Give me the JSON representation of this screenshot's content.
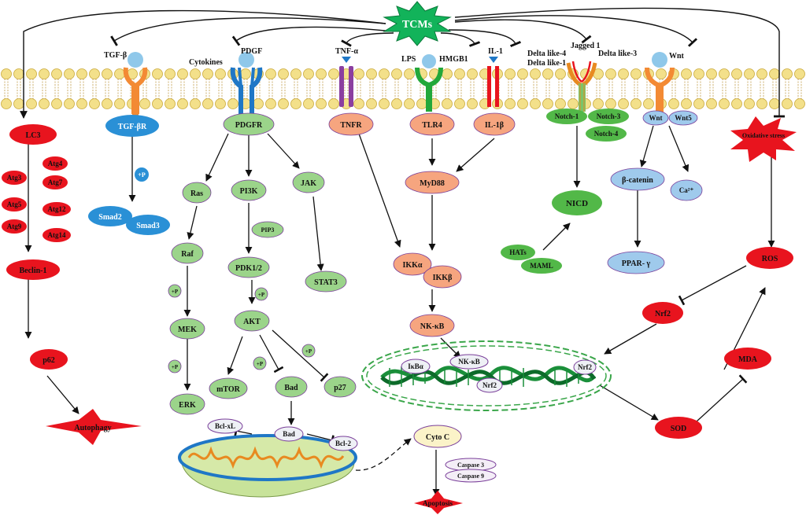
{
  "center": {
    "label": "TCMs",
    "color": "#12b35a"
  },
  "colors": {
    "red": "#e8141e",
    "green": "#9bd48a",
    "blue": "#2a90d6",
    "orange": "#f6a57f",
    "lightblue": "#9fcaec",
    "membrane": "#f3e08a"
  },
  "receptors": {
    "tgfb": "TGF-β",
    "pdgf": "PDGF",
    "cytokines": "Cytokines",
    "tnfa": "TNF-α",
    "lps": "LPS",
    "hmgb1": "HMGB1",
    "il1": "IL-1",
    "delta4": "Delta like-4",
    "delta1": "Delta like-1",
    "jagged1": "Jagged 1",
    "delta3": "Delta like-3",
    "wnt": "Wnt"
  },
  "autophagy": {
    "lc3": "LC3",
    "atg3": "Atg3",
    "atg4": "Atg4",
    "atg7": "Atg7",
    "atg5": "Atg5",
    "atg12": "Atg12",
    "atg9": "Atg9",
    "atg14": "Atg14",
    "beclin": "Beclin-1",
    "p62": "p62",
    "autophagy": "Autophagy"
  },
  "tgf": {
    "receptor": "TGF-βR",
    "p": "+P",
    "smad2": "Smad2",
    "smad3": "Smad3"
  },
  "pdgfr": {
    "receptor": "PDGFR",
    "ras": "Ras",
    "pi3k": "PI3K",
    "jak": "JAK",
    "pip3": "PIP3",
    "raf": "Raf",
    "pdk": "PDK1/2",
    "stat3": "STAT3",
    "p1": "+P",
    "p2": "+P",
    "p3": "+P",
    "p4": "+P",
    "p5": "+P",
    "mek": "MEK",
    "akt": "AKT",
    "erk": "ERK",
    "mtor": "mTOR",
    "bad1": "Bad",
    "p27": "p27"
  },
  "nfkb": {
    "tnfr": "TNFR",
    "tlr4": "TLR4",
    "il1b": "IL-1β",
    "myd88": "MyD88",
    "ikka": "IKKα",
    "ikkb": "IKKβ",
    "nkkb": "NK-κB"
  },
  "notch": {
    "notch1": "Notch-1",
    "notch3": "Notch-3",
    "notch4": "Notch-4",
    "nicd": "NICD",
    "hats": "HATs",
    "maml": "MAML"
  },
  "wntpath": {
    "wnt": "Wnt",
    "wnt5": "Wnt5",
    "bcat": "β-catenin",
    "ca": "Ca²⁺",
    "ppar": "PPAR- γ"
  },
  "dna": {
    "ikba": "IκBα",
    "nfkb": "NK-κB",
    "nrf2a": "Nrf2",
    "nrf2b": "Nrf2"
  },
  "oxidative": {
    "stress": "Oxidative stress",
    "ros": "ROS",
    "nrf2": "Nrf2",
    "mda": "MDA",
    "sod": "SOD"
  },
  "mito": {
    "bclxl": "Bcl-xL",
    "bad": "Bad",
    "bcl2": "Bcl-2",
    "cytoc": "Cyto C",
    "casp3": "Caspase 3",
    "casp9": "Caspase 9",
    "apoptosis": "Apoptosis"
  }
}
